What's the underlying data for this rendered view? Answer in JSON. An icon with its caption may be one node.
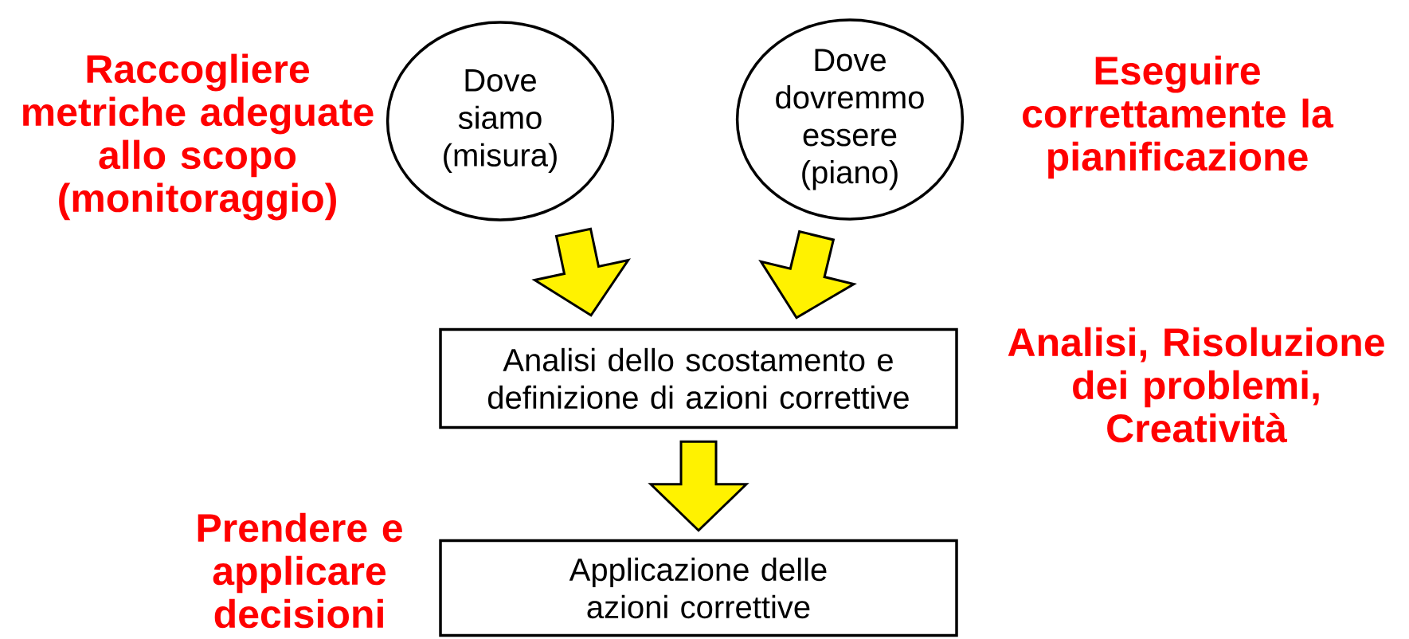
{
  "diagram": {
    "nodes": [
      {
        "text": [
          "Dove siamo (misura)"
        ]
      },
      {
        "text": [
          "Dove dovremmo essere (piano)"
        ]
      },
      {
        "text": [
          "Analisi dello scostamento e definizione di azioni correttive"
        ]
      },
      {
        "text": [
          "Applicazione delle azioni correttive"
        ]
      }
    ],
    "edges": [
      {
        "from": 0,
        "to": 2,
        "arrow": "to"
      },
      {
        "from": 1,
        "to": 2,
        "arrow": "to"
      },
      {
        "from": 2,
        "to": 3,
        "arrow": "to"
      }
    ],
    "labels": [
      "Raccogliere metriche adeguate allo scopo (monitoraggio)",
      "Eseguire correttamente la pianificazione",
      "Analisi, Risoluzione dei problemi, Creatività",
      "Prendere e applicare decisioni"
    ]
  }
}
